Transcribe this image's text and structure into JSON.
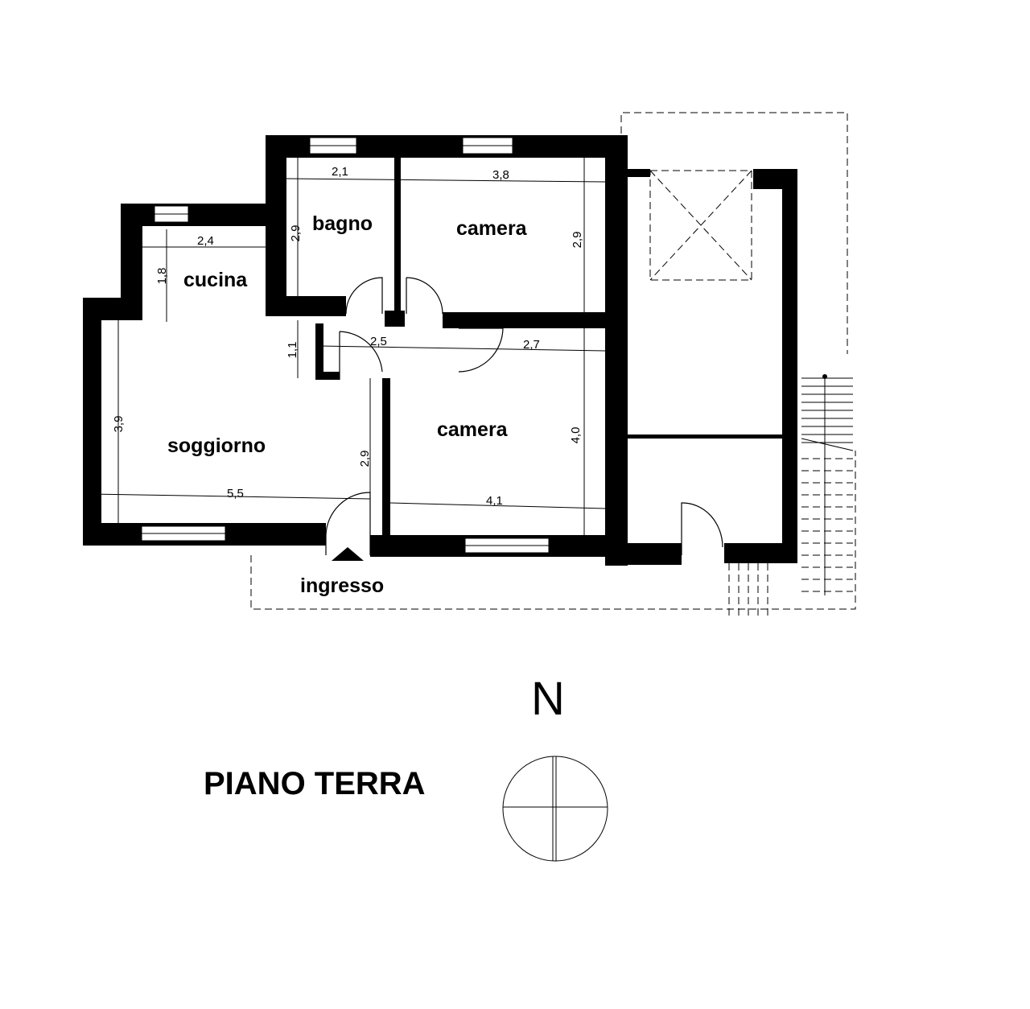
{
  "plan": {
    "title": "PIANO TERRA",
    "north_label": "N",
    "entrance_label": "ingresso",
    "rooms": {
      "bagno": "bagno",
      "camera_top": "camera",
      "cucina": "cucina",
      "soggiorno": "soggiorno",
      "camera_bottom": "camera"
    },
    "dimensions": {
      "bagno_width": "2,1",
      "camera_top_width": "3,8",
      "cucina_width": "2,4",
      "cucina_depth": "1,8",
      "bagno_depth": "2,9",
      "camera_top_depth": "2,9",
      "hall_depth": "1,1",
      "hall_width": "2,5",
      "camera_bottom_width_top": "2,7",
      "soggiorno_depth": "3,9",
      "soggiorno_inner_depth": "2,9",
      "camera_bottom_depth": "4,0",
      "soggiorno_width": "5,5",
      "camera_bottom_width": "4,1"
    }
  }
}
